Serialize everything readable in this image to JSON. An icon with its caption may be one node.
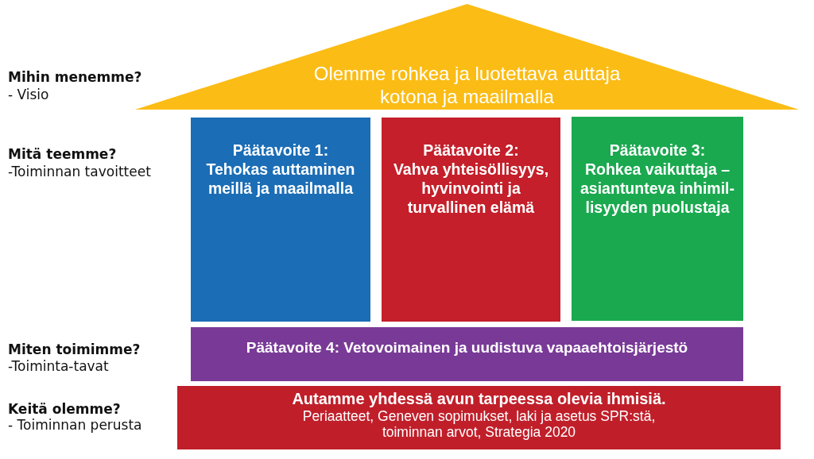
{
  "diagram": {
    "nodes": [
      {
        "text": [
          "Olemme rohkea ja luotettava auttaja kotona ja maailmalla"
        ]
      },
      {
        "text": [
          "Päätavoite 1:",
          "Tehokas auttaminen meillä ja maailmalla"
        ]
      },
      {
        "text": [
          "Päätavoite 2:",
          "Vahva yhteisöllisyys, hyvinvointi ja turvallinen elämä"
        ]
      },
      {
        "text": [
          "Päätavoite 3:",
          "Rohkea vaikuttaja – asiantunteva inhimil-lisyyden puolustaja"
        ]
      },
      {
        "text": [
          "Päätavoite 4: Vetovoimainen ja uudistuva vapaaehtoisjärjestö"
        ]
      },
      {
        "text": [
          "Autamme yhdessä avun tarpeessa olevia ihmisiä.",
          "Periaatteet, Geneven sopimukset, laki ja asetus SPR:stä, toiminnan arvot, Strategia 2020"
        ]
      }
    ],
    "labels": [
      "Mihin menemme?",
      "- Visio",
      "Mitä teemme?",
      "-Toiminnan tavoitteet",
      "Miten toimimme?",
      "-Toiminta-tavat",
      "Keitä olemme?",
      "- Toiminnan perusta"
    ]
  }
}
